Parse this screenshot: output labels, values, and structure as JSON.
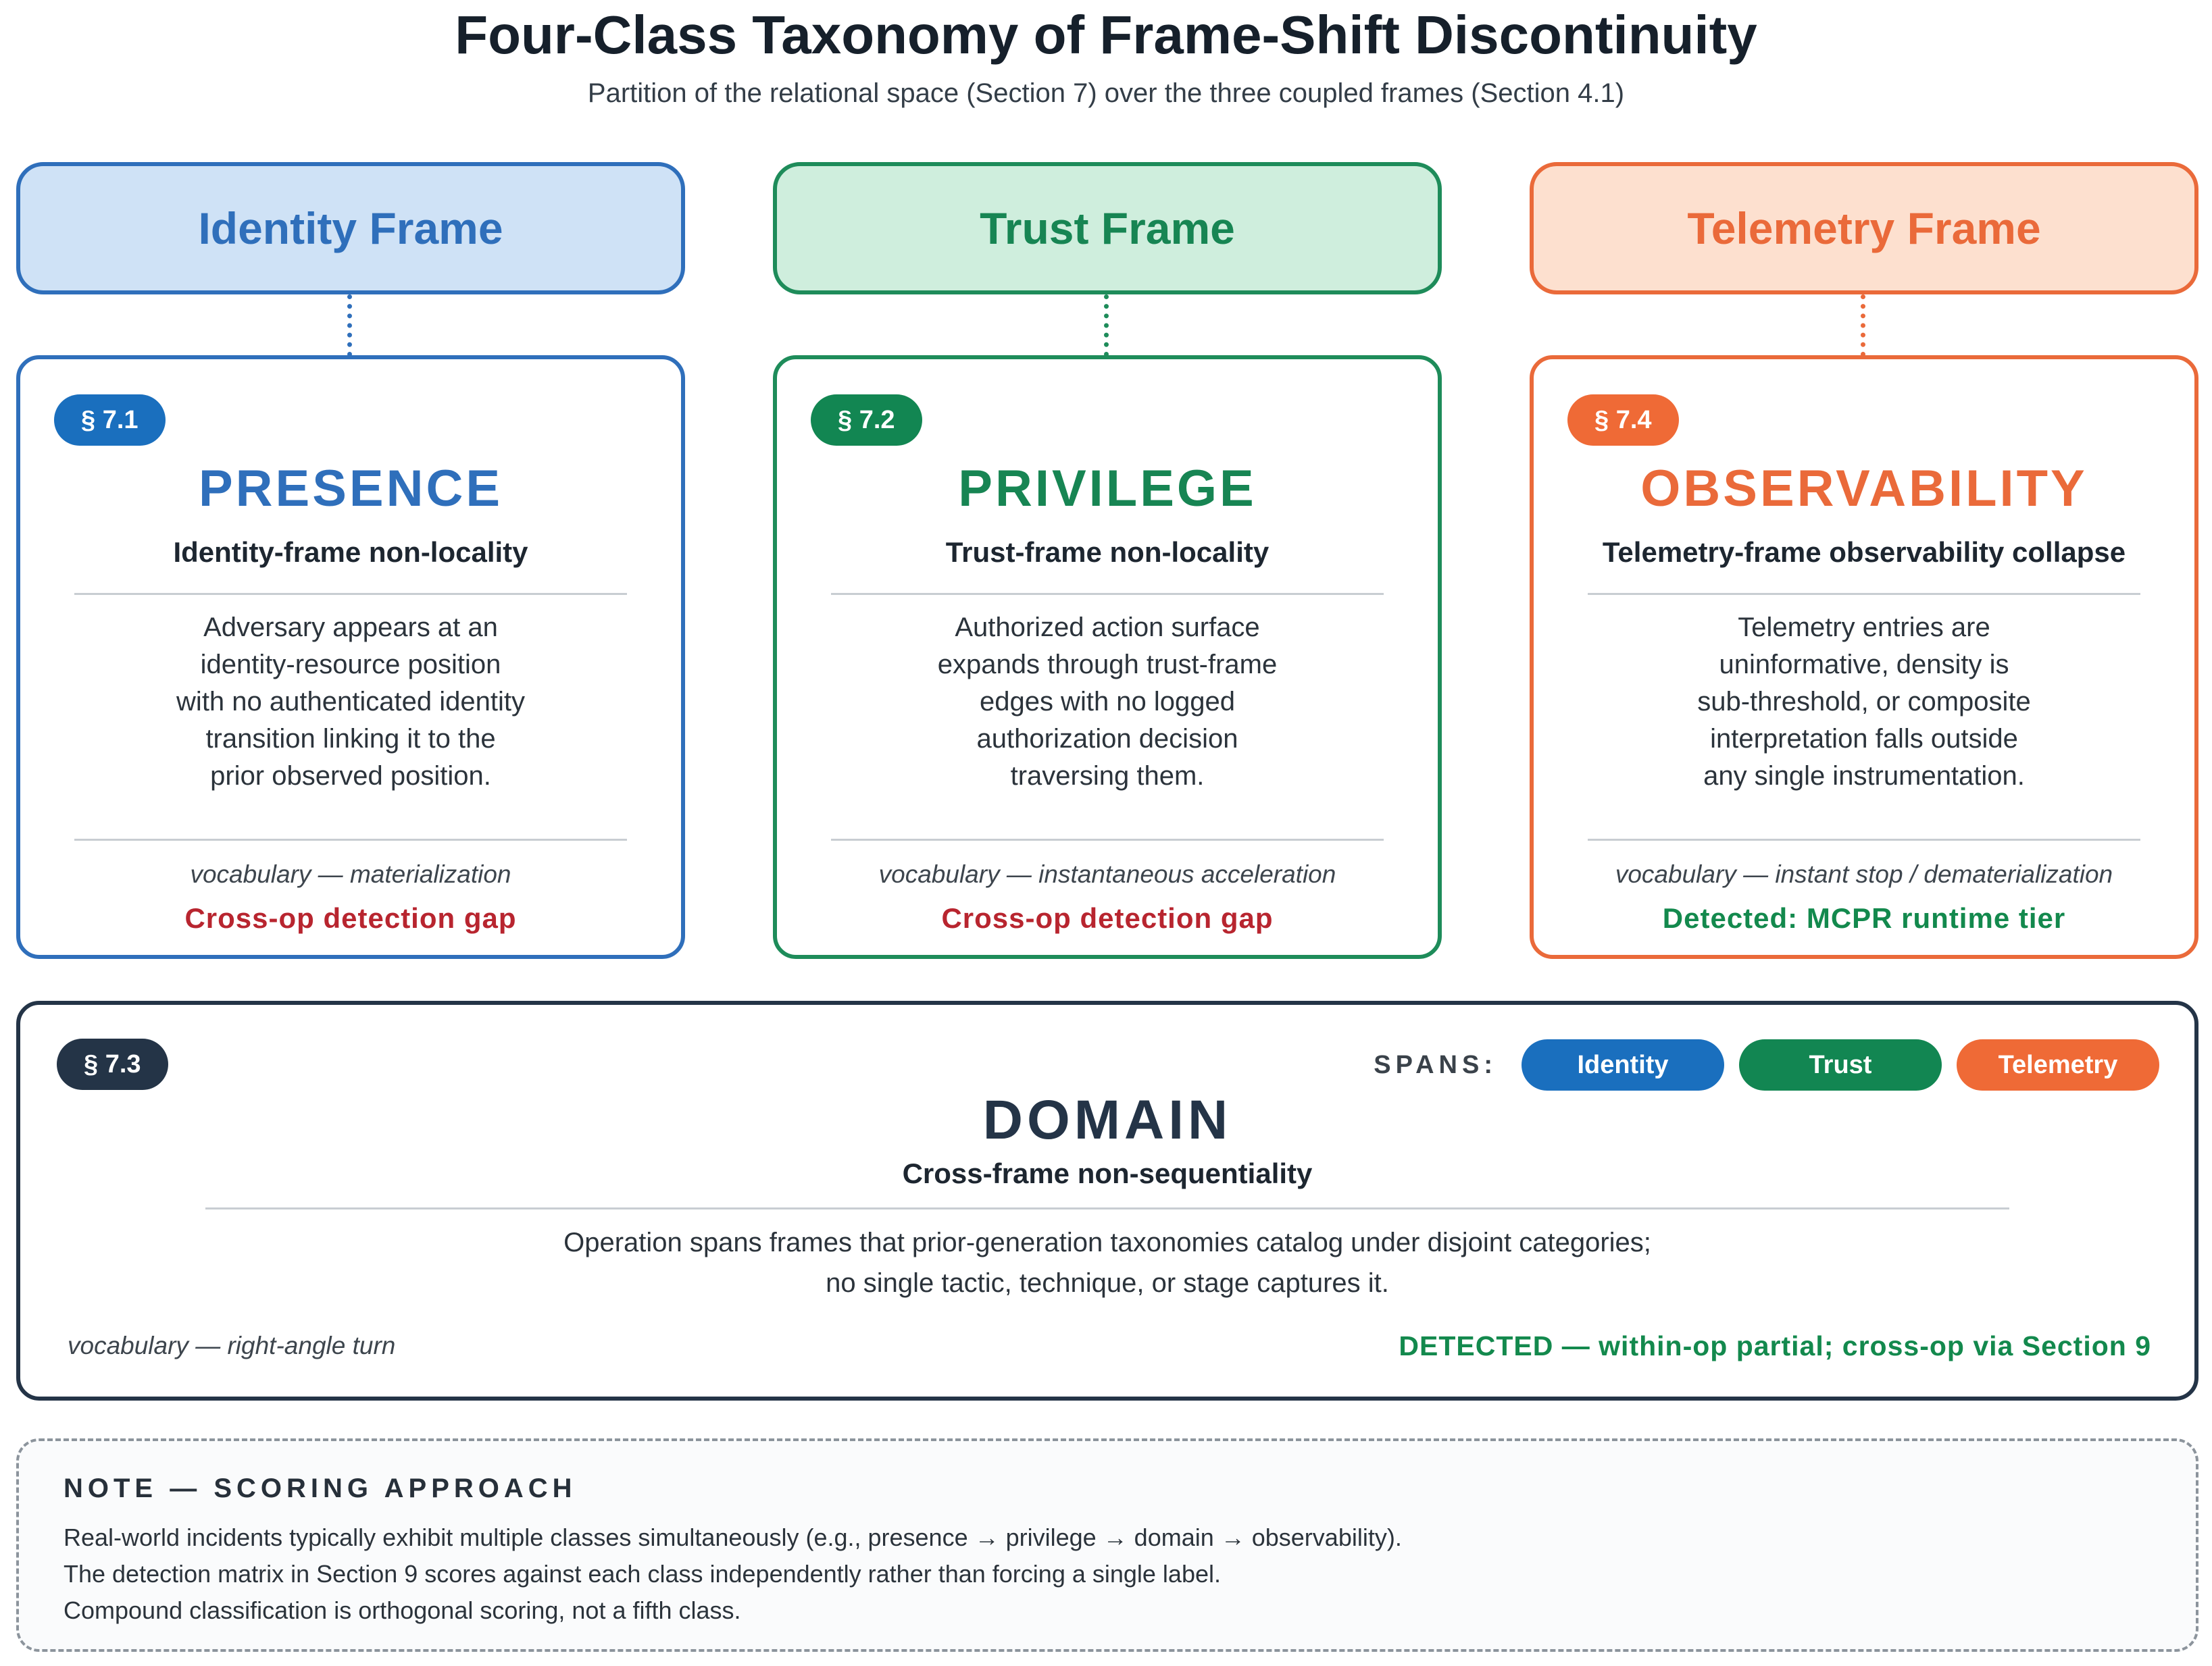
{
  "header": {
    "title": "Four-Class Taxonomy of Frame-Shift Discontinuity",
    "subtitle": "Partition of the relational space (Section 7) over the three coupled frames (Section 4.1)"
  },
  "frames": {
    "identity": "Identity Frame",
    "trust": "Trust Frame",
    "telemetry": "Telemetry Frame"
  },
  "colors": {
    "identity": "#2f6fbb",
    "trust": "#1e8c5a",
    "telemetry": "#ea6a3a",
    "domain": "#243447",
    "gap_red": "#b8252f",
    "detected_green": "#13894d"
  },
  "classes": {
    "presence": {
      "section": "§ 7.1",
      "name": "PRESENCE",
      "subtitle": "Identity-frame non-locality",
      "description_lines": [
        "Adversary appears at an",
        "identity-resource position",
        "with no authenticated identity",
        "transition linking it to the",
        "prior observed position."
      ],
      "vocabulary": "vocabulary — materialization",
      "status": "Cross-op detection gap"
    },
    "privilege": {
      "section": "§ 7.2",
      "name": "PRIVILEGE",
      "subtitle": "Trust-frame non-locality",
      "description_lines": [
        "Authorized action surface",
        "expands through trust-frame",
        "edges with no logged",
        "authorization decision",
        "traversing them."
      ],
      "vocabulary": "vocabulary — instantaneous acceleration",
      "status": "Cross-op detection gap"
    },
    "observability": {
      "section": "§ 7.4",
      "name": "OBSERVABILITY",
      "subtitle": "Telemetry-frame observability collapse",
      "description_lines": [
        "Telemetry entries are",
        "uninformative, density is",
        "sub-threshold, or composite",
        "interpretation falls outside",
        "any single instrumentation."
      ],
      "vocabulary": "vocabulary — instant stop / dematerialization",
      "status": "Detected: MCPR runtime tier"
    },
    "domain": {
      "section": "§ 7.3",
      "spans_label": "SPANS:",
      "spans": [
        "Identity",
        "Trust",
        "Telemetry"
      ],
      "name": "DOMAIN",
      "subtitle": "Cross-frame non-sequentiality",
      "description_lines": [
        "Operation spans frames that prior-generation taxonomies catalog under disjoint categories;",
        "no single tactic, technique, or stage captures it."
      ],
      "vocabulary": "vocabulary — right-angle turn",
      "status": "DETECTED — within-op partial; cross-op via Section 9"
    }
  },
  "note": {
    "title": "NOTE — SCORING APPROACH",
    "lines": [
      "Real-world incidents typically exhibit multiple classes simultaneously (e.g., presence → privilege → domain → observability).",
      "The detection matrix in Section 9 scores against each class independently rather than forcing a single label.",
      "Compound classification is orthogonal scoring, not a fifth class."
    ]
  }
}
